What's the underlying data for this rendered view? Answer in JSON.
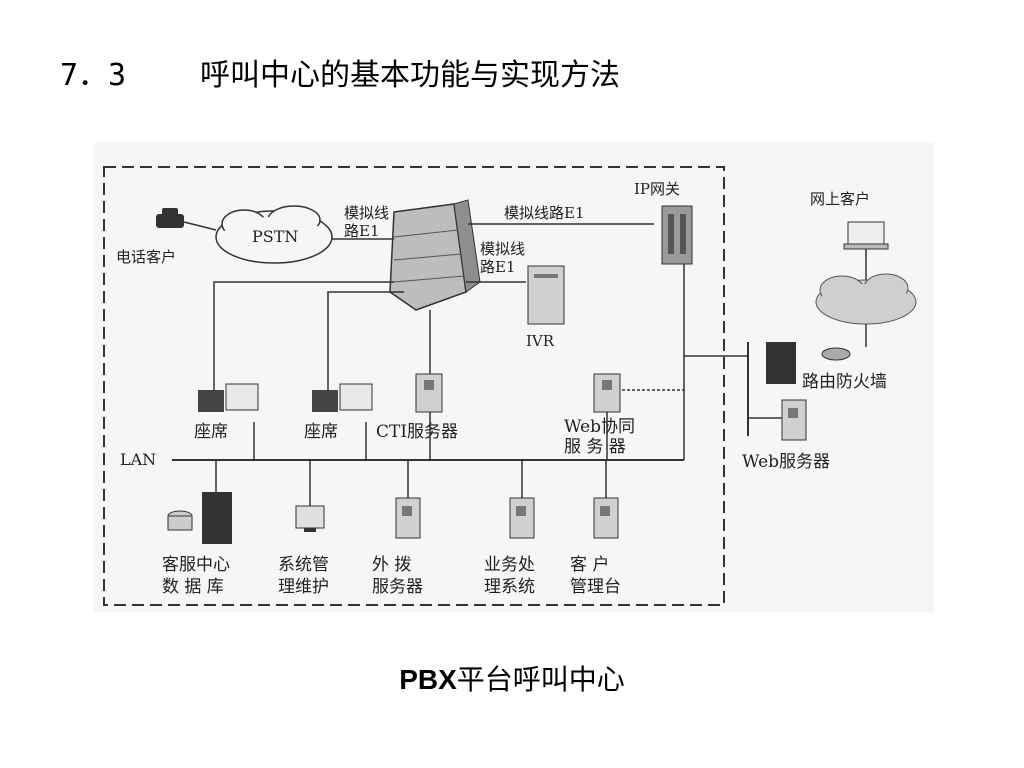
{
  "slide": {
    "section_number": "7．3",
    "section_title": "呼叫中心的基本功能与实现方法",
    "caption_bold": "PBX",
    "caption_rest": "平台呼叫中心"
  },
  "diagram": {
    "labels": {
      "phone_customer": "电话客户",
      "pstn": "PSTN",
      "analog_line_1a": "模拟线",
      "analog_line_1b": "路E1",
      "analog_line_top": "模拟线路E1",
      "analog_line_2a": "模拟线",
      "analog_line_2b": "路E1",
      "ip_gateway": "IP网关",
      "ivr": "IVR",
      "online_customer": "网上客户",
      "router_firewall": "路由防火墙",
      "web_server": "Web服务器",
      "agent_1": "座席",
      "agent_2": "座席",
      "cti_server": "CTI服务器",
      "web_collab_a": "Web协同",
      "web_collab_b": "服 务 器",
      "lan": "LAN",
      "db_a": "客服中心",
      "db_b": "数 据 库",
      "sysmgmt_a": "系统管",
      "sysmgmt_b": "理维护",
      "outbound_a": "外 拨",
      "outbound_b": "服务器",
      "business_a": "业务处",
      "business_b": "理系统",
      "client_a": "客  户",
      "client_b": "管理台"
    }
  }
}
